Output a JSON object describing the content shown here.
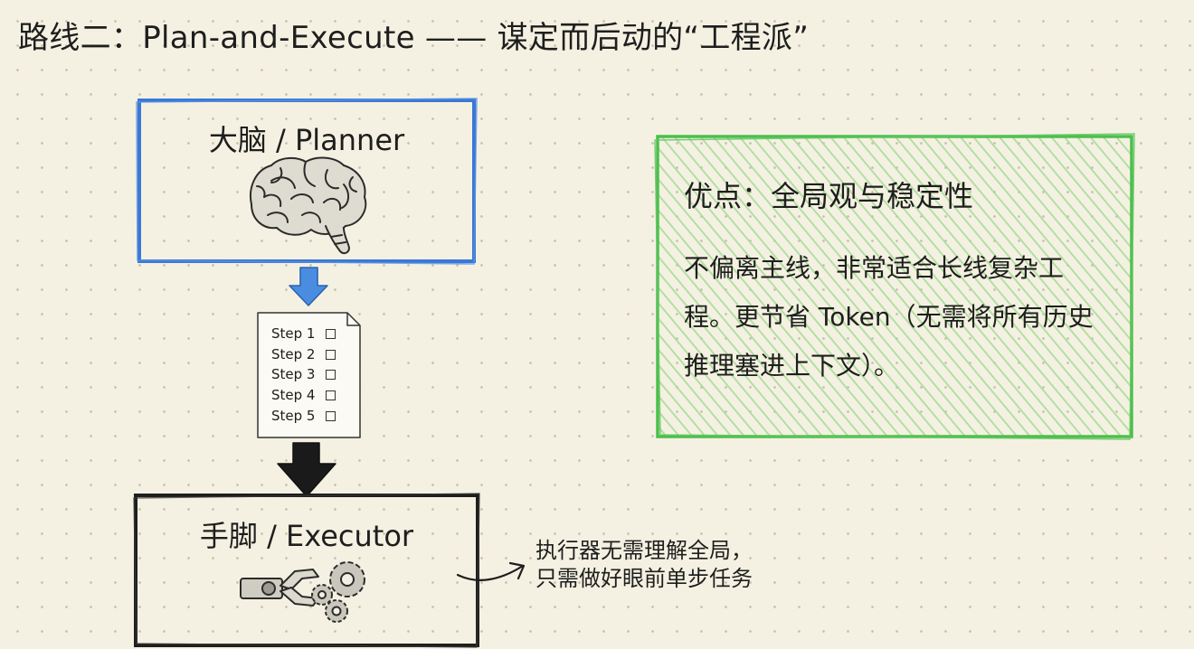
{
  "title": "路线二：Plan-and-Execute —— 谋定而后动的“工程派”",
  "planner": {
    "label": "大脑 / Planner",
    "icon": "brain-icon",
    "border_color": "#3a78d6"
  },
  "plan_list": {
    "icon": "checklist-icon",
    "steps": [
      {
        "label": "Step 1"
      },
      {
        "label": "Step 2"
      },
      {
        "label": "Step 3"
      },
      {
        "label": "Step 4"
      },
      {
        "label": "Step 5"
      }
    ]
  },
  "executor": {
    "label": "手脚 / Executor",
    "icon": "robot-gripper-gears-icon",
    "border_color": "#1e1e1e"
  },
  "executor_note": {
    "line1": "执行器无需理解全局，",
    "line2": "只需做好眼前单步任务"
  },
  "pros": {
    "title": "优点：全局观与稳定性",
    "body": "不偏离主线，非常适合长线复杂工程。更节省 Token（无需将所有历史推理塞进上下文）。",
    "border_color": "#4cbf4c",
    "fill_color": "#bfe6b3"
  },
  "arrows": {
    "plan_arrow_color": "#4a8de0",
    "exec_arrow_color": "#1a1a1a"
  }
}
